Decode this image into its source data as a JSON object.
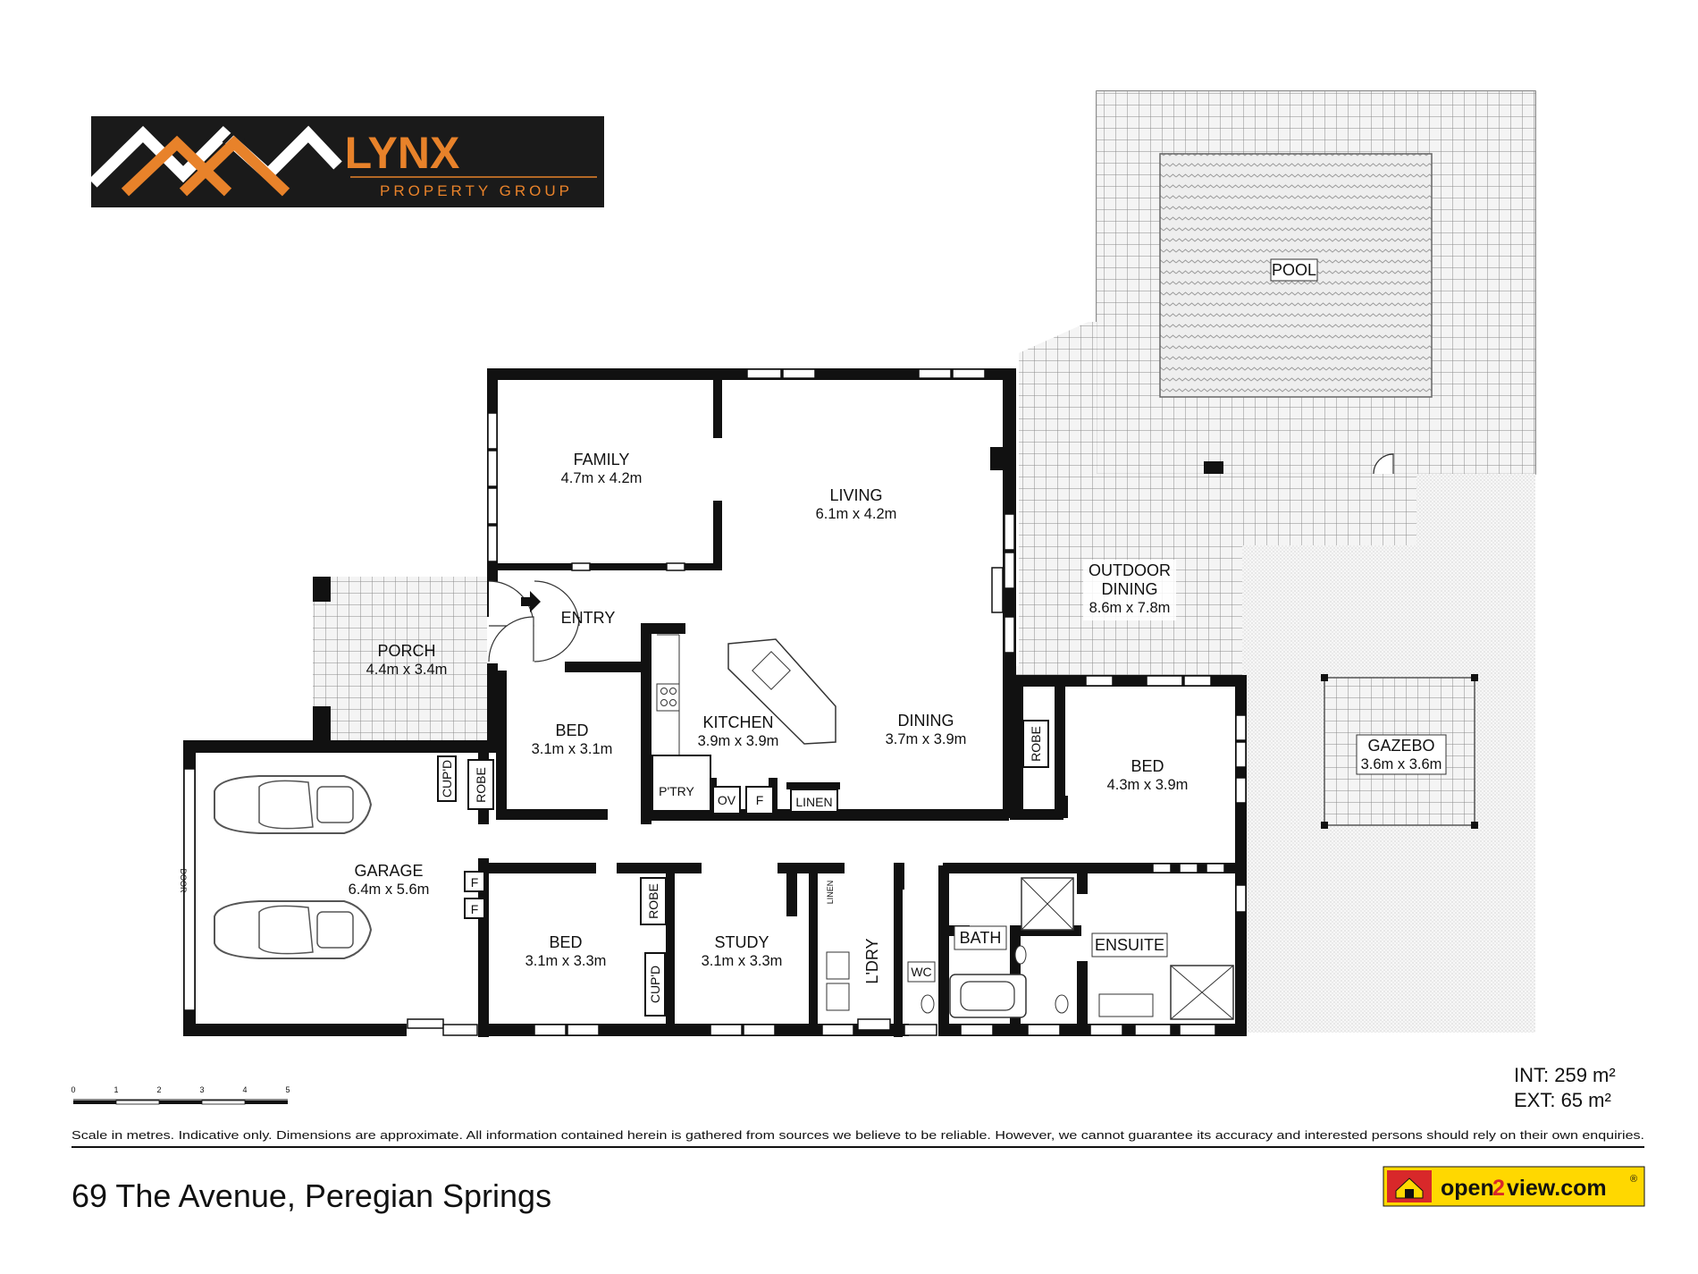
{
  "brand": {
    "name": "LYNX",
    "tagline": "PROPERTY GROUP",
    "colors": {
      "orange": "#e8822a",
      "dark": "#1a1a1a",
      "white": "#ffffff"
    }
  },
  "rooms": {
    "family": {
      "name": "FAMILY",
      "dims": "4.7m x 4.2m"
    },
    "living": {
      "name": "LIVING",
      "dims": "6.1m x 4.2m"
    },
    "entry": {
      "name": "ENTRY"
    },
    "porch": {
      "name": "PORCH",
      "dims": "4.4m x 3.4m"
    },
    "bed1": {
      "name": "BED",
      "dims": "3.1m x 3.1m"
    },
    "kitchen": {
      "name": "KITCHEN",
      "dims": "3.9m x 3.9m"
    },
    "dining": {
      "name": "DINING",
      "dims": "3.7m x 3.9m"
    },
    "outdoor_dining": {
      "name1": "OUTDOOR",
      "name2": "DINING",
      "dims": "8.6m x 7.8m"
    },
    "pool": {
      "name": "POOL"
    },
    "gazebo": {
      "name": "GAZEBO",
      "dims": "3.6m x 3.6m"
    },
    "bed_main": {
      "name": "BED",
      "dims": "4.3m x 3.9m"
    },
    "garage": {
      "name": "GARAGE",
      "dims": "6.4m x 5.6m"
    },
    "bed2": {
      "name": "BED",
      "dims": "3.1m x 3.3m"
    },
    "study": {
      "name": "STUDY",
      "dims": "3.1m x 3.3m"
    },
    "ldry": {
      "name": "L'DRY"
    },
    "bath": {
      "name": "BATH"
    },
    "ensuite": {
      "name": "ENSUITE"
    },
    "wc": {
      "name": "WC"
    }
  },
  "fixtures": {
    "robe": "ROBE",
    "cupd": "CUP'D",
    "pantry": "P'TRY",
    "oven": "OV",
    "fridge": "F",
    "linen": "LINEN",
    "door": "DOOR"
  },
  "scale": {
    "ticks": [
      "0",
      "1",
      "2",
      "3",
      "4",
      "5"
    ]
  },
  "area": {
    "int": "INT: 259 m²",
    "ext": "EXT: 65 m²"
  },
  "disclaimer": "Scale in metres. Indicative only. Dimensions are approximate. All information contained herein is gathered from sources we believe to be reliable. However, we cannot guarantee its accuracy and interested persons should rely on their own enquiries.",
  "address": "69 The Avenue, Peregian Springs",
  "open2view": {
    "text_a": "open",
    "text_b": "2",
    "text_c": "view.com",
    "reg": "®",
    "colors": {
      "yellow": "#ffd800",
      "red": "#d8282a"
    }
  }
}
